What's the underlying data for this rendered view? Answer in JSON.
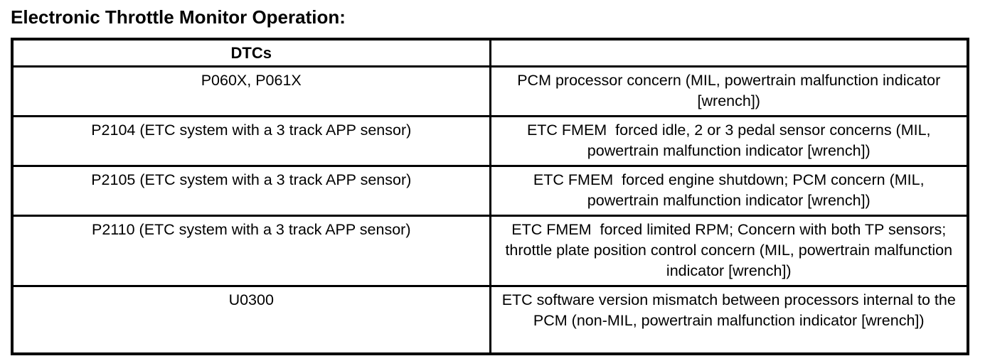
{
  "page": {
    "title": "Electronic Throttle Monitor Operation:"
  },
  "table": {
    "header": {
      "dtcs_label": "DTCs",
      "description_label": ""
    },
    "rows": [
      {
        "dtc": "P060X, P061X",
        "description": "PCM processor concern (MIL, powertrain malfunction indicator [wrench])",
        "size": "row-2line"
      },
      {
        "dtc": "P2104 (ETC system with a 3 track APP sensor)",
        "description": "ETC FMEM  forced idle, 2 or 3 pedal sensor concerns (MIL, powertrain malfunction indicator [wrench])",
        "size": "row-2line"
      },
      {
        "dtc": "P2105 (ETC system with a 3 track APP sensor)",
        "description": "ETC FMEM  forced engine shutdown; PCM concern (MIL, powertrain malfunction indicator [wrench])",
        "size": "row-2line"
      },
      {
        "dtc": "P2110 (ETC system with a 3 track APP sensor)",
        "description": "ETC FMEM  forced limited RPM; Concern with both TP sensors; throttle plate position control concern (MIL, powertrain malfunction indicator [wrench])",
        "size": "row-3line"
      },
      {
        "dtc": "U0300",
        "description": "ETC software version mismatch between processors internal to the PCM (non-MIL, powertrain malfunction indicator [wrench])",
        "size": "row-3line"
      }
    ]
  }
}
